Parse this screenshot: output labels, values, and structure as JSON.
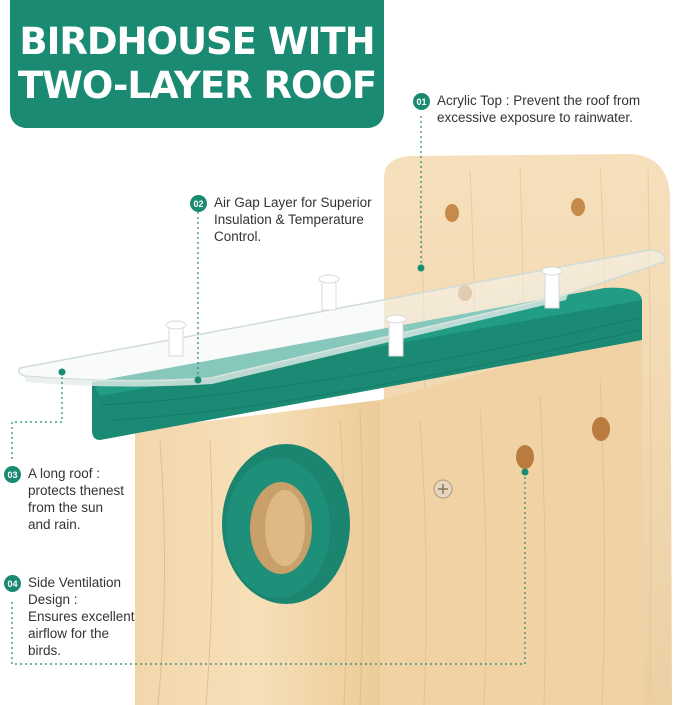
{
  "title": {
    "line1": "BIRDHOUSE WITH",
    "line2": "TWO-LAYER ROOF"
  },
  "callouts": [
    {
      "num": "01",
      "text": "Acrylic Top : Prevent the roof from\nexcessive exposure to rainwater."
    },
    {
      "num": "02",
      "text": "Air Gap Layer for Superior\nInsulation & Temperature\nControl."
    },
    {
      "num": "03",
      "text": "A long roof :\nprotects thenest\nfrom the sun\nand rain."
    },
    {
      "num": "04",
      "text": "Side Ventilation\nDesign :\nEnsures excellent\nairflow for the\nbirds."
    }
  ],
  "colors": {
    "brand_teal": "#1a8a72",
    "roof_green": "#1d8a76",
    "wood": "#f1d5aa"
  }
}
